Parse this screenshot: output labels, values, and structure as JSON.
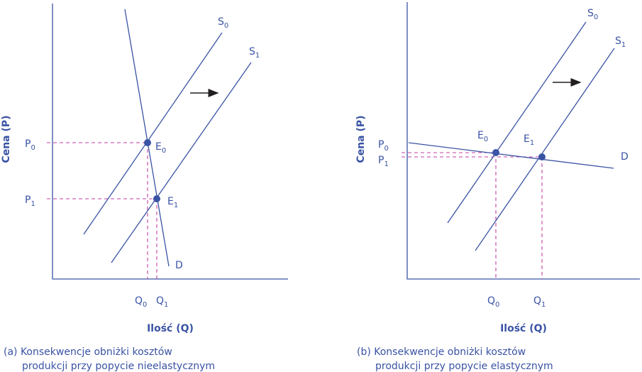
{
  "panel_a": {
    "y_axis_title": "Cena (P)",
    "x_axis_title": "Ilość (Q)",
    "p0": {
      "main": "P",
      "sub": "0"
    },
    "p1": {
      "main": "P",
      "sub": "1"
    },
    "q0": {
      "main": "Q",
      "sub": "0"
    },
    "q1": {
      "main": "Q",
      "sub": "1"
    },
    "s0": {
      "main": "S",
      "sub": "0"
    },
    "s1": {
      "main": "S",
      "sub": "1"
    },
    "e0": {
      "main": "E",
      "sub": "0"
    },
    "e1": {
      "main": "E",
      "sub": "1"
    },
    "d": "D",
    "caption_line1": "(a) Konsekwencje obniżki kosztów",
    "caption_line2": "produkcji przy popycie nieelastycznym"
  },
  "panel_b": {
    "y_axis_title": "Cena (P)",
    "x_axis_title": "Ilość (Q)",
    "p0": {
      "main": "P",
      "sub": "0"
    },
    "p1": {
      "main": "P",
      "sub": "1"
    },
    "q0": {
      "main": "Q",
      "sub": "0"
    },
    "q1": {
      "main": "Q",
      "sub": "1"
    },
    "s0": {
      "main": "S",
      "sub": "0"
    },
    "s1": {
      "main": "S",
      "sub": "1"
    },
    "e0": {
      "main": "E",
      "sub": "0"
    },
    "e1": {
      "main": "E",
      "sub": "1"
    },
    "d": "D",
    "caption_line1": "(b) Konsekwencje obniżki kosztów",
    "caption_line2": "produkcji przy popycie elastycznym"
  },
  "colors": {
    "curve": "#3a53a4",
    "guide": "#c23fa6",
    "arrow": "#231f20"
  }
}
